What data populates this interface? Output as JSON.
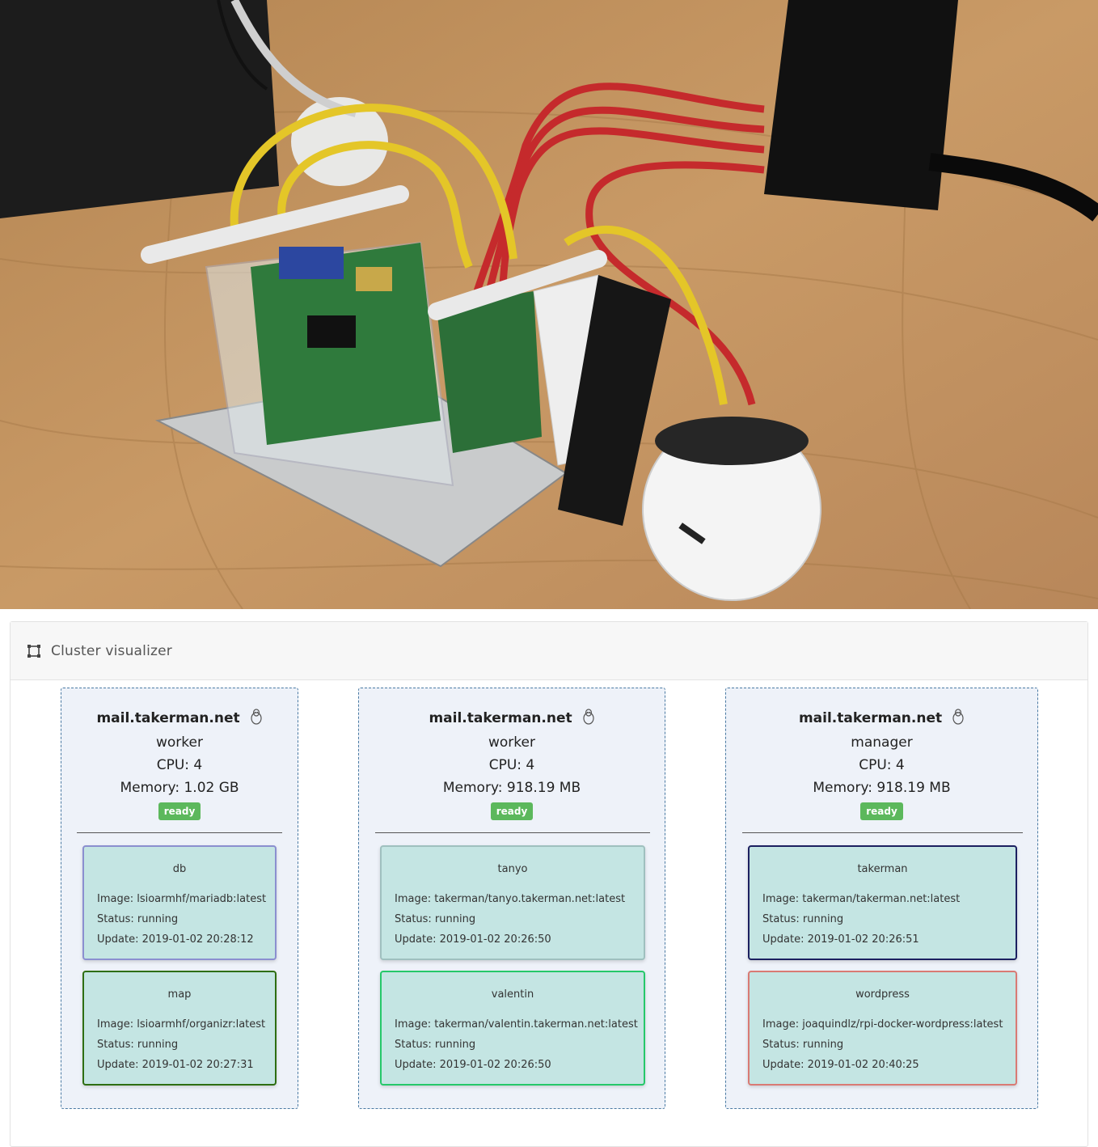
{
  "panel": {
    "title": "Cluster visualizer",
    "icon": "cluster-icon"
  },
  "colors": {
    "node_bg": "#eef2f9",
    "node_border": "#4a7aa3",
    "service_bg": "#c4e5e3",
    "ready_badge": "#5cb85c"
  },
  "nodes": [
    {
      "hostname": "mail.takerman.net",
      "os_icon": "linux-tux-icon",
      "role": "worker",
      "cpu": "CPU: 4",
      "memory": "Memory: 1.02 GB",
      "status": "ready",
      "services": [
        {
          "name": "db",
          "image": "Image: lsioarmhf/mariadb:latest",
          "status": "Status: running",
          "update": "Update: 2019-01-02 20:28:12",
          "border_color": "#8b8fd0"
        },
        {
          "name": "map",
          "image": "Image: lsioarmhf/organizr:latest",
          "status": "Status: running",
          "update": "Update: 2019-01-02 20:27:31",
          "border_color": "#2e6e12"
        }
      ]
    },
    {
      "hostname": "mail.takerman.net",
      "os_icon": "linux-tux-icon",
      "role": "worker",
      "cpu": "CPU: 4",
      "memory": "Memory: 918.19 MB",
      "status": "ready",
      "services": [
        {
          "name": "tanyo",
          "image": "Image: takerman/tanyo.takerman.net:latest",
          "status": "Status: running",
          "update": "Update: 2019-01-02 20:26:50",
          "border_color": "#9fc0bf"
        },
        {
          "name": "valentin",
          "image": "Image: takerman/valentin.takerman.net:latest",
          "status": "Status: running",
          "update": "Update: 2019-01-02 20:26:50",
          "border_color": "#26c86a"
        }
      ]
    },
    {
      "hostname": "mail.takerman.net",
      "os_icon": "linux-tux-icon",
      "role": "manager",
      "cpu": "CPU: 4",
      "memory": "Memory: 918.19 MB",
      "status": "ready",
      "services": [
        {
          "name": "takerman",
          "image": "Image: takerman/takerman.net:latest",
          "status": "Status: running",
          "update": "Update: 2019-01-02 20:26:51",
          "border_color": "#1c2060"
        },
        {
          "name": "wordpress",
          "image": "Image: joaquindlz/rpi-docker-wordpress:latest",
          "status": "Status: running",
          "update": "Update: 2019-01-02 20:40:25",
          "border_color": "#d97a74"
        }
      ]
    }
  ]
}
